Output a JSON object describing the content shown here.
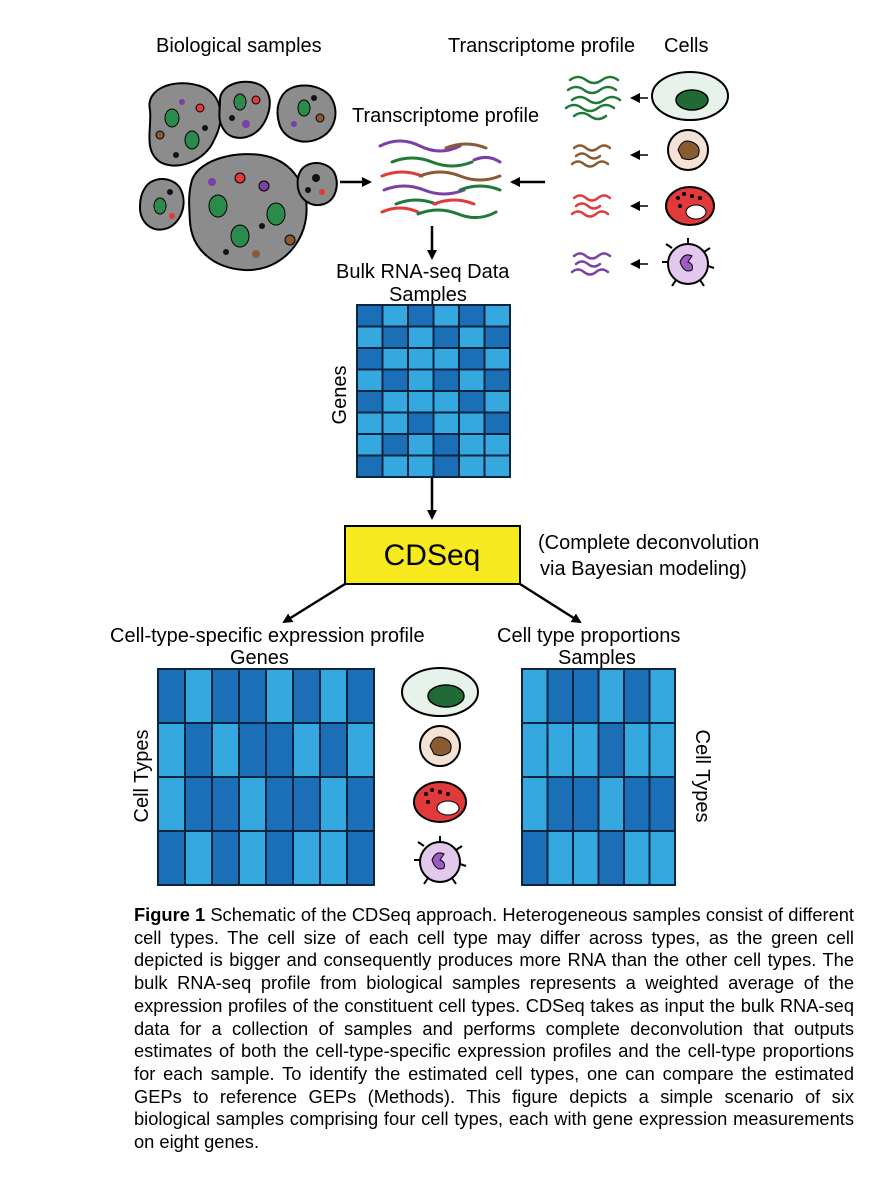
{
  "labels": {
    "biological_samples": "Biological samples",
    "transcriptome_profile_top": "Transcriptome profile",
    "cells": "Cells",
    "transcriptome_profile_mid": "Transcriptome profile",
    "bulk_rnaseq": "Bulk RNA-seq Data",
    "samples_top": "Samples",
    "genes_vertical": "Genes",
    "cdseq": "CDSeq",
    "cdseq_note_line1": "(Complete deconvolution",
    "cdseq_note_line2": "via Bayesian modeling)",
    "expression_profile": "Cell-type-specific expression profile",
    "genes_left": "Genes",
    "cell_types_left": "Cell Types",
    "proportions": "Cell type proportions",
    "samples_right": "Samples",
    "cell_types_right": "Cell Types"
  },
  "colors": {
    "dark_cell": "#1a6fb6",
    "light_cell": "#35a8e0",
    "grid_line": "#0b2540",
    "cdseq_box": "#f6ea1f",
    "green": "#1f7a3a",
    "brown": "#8a5a32",
    "red": "#e03a3a",
    "purple": "#7b3fa8"
  },
  "icons": [
    "green-cell-icon",
    "brown-cell-icon",
    "red-cell-icon",
    "purple-cell-icon"
  ],
  "caption": {
    "figure_label": "Figure 1",
    "text": " Schematic of the CDSeq approach. Heterogeneous samples consist of different cell types.  The cell size of each cell type may differ across types, as the green cell depicted is bigger and consequently produces more RNA than the other cell types. The bulk RNA-seq profile from biological samples represents a weighted average of the expression profiles of the constituent cell types. CDSeq takes as input the bulk RNA-seq data for a collection of samples and performs complete deconvolution that outputs estimates of both the cell-type-specific expression profiles and the cell-type proportions for each sample. To identify the estimated cell types, one can compare the estimated GEPs to reference GEPs (Methods). This figure depicts a simple scenario of six biological samples comprising four cell types, each with gene expression measurements on eight genes."
  }
}
